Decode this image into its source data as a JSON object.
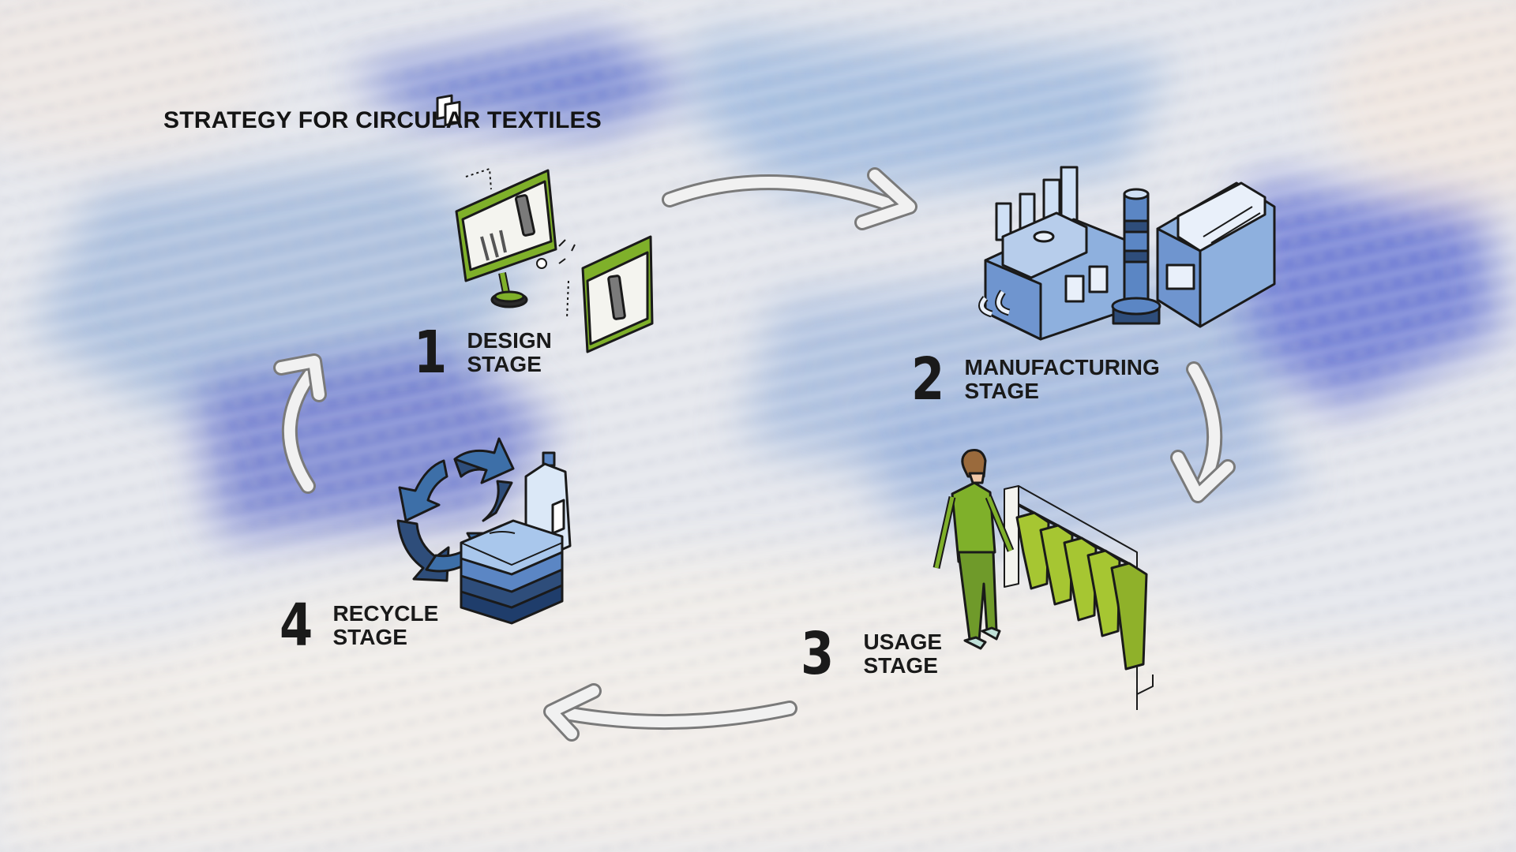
{
  "title": "STRATEGY FOR CIRCULAR TEXTILES",
  "stages": [
    {
      "number": "1",
      "line1": "DESIGN",
      "line2": "STAGE",
      "icon": "design-monitor-icon"
    },
    {
      "number": "2",
      "line1": "MANUFACTURING",
      "line2": "STAGE",
      "icon": "factory-icon"
    },
    {
      "number": "3",
      "line1": "USAGE",
      "line2": "STAGE",
      "icon": "clothing-rack-person-icon"
    },
    {
      "number": "4",
      "line1": "RECYCLE",
      "line2": "STAGE",
      "icon": "recycle-clothes-icon"
    }
  ],
  "colors": {
    "accent_green": "#7fb02a",
    "accent_blue": "#5b86c4",
    "dark_blue": "#2e4d7a",
    "outline": "#1a1a1a",
    "background": "#e6e9ef"
  }
}
